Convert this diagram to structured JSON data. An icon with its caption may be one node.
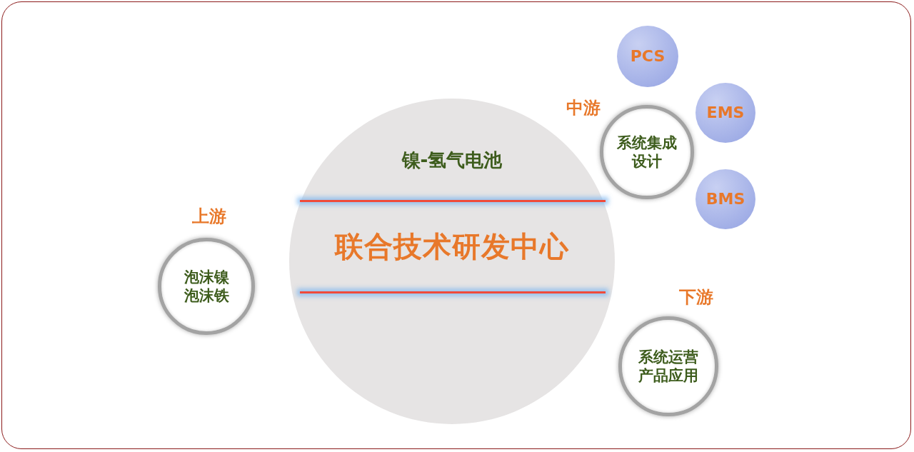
{
  "diagram": {
    "nodes": [
      {
        "text": [
          "镍-氢气电池",
          "联合技术研发中心"
        ]
      },
      {
        "text": [
          "泡沫镍",
          "泡沫铁"
        ],
        "beside": [
          "上游"
        ]
      },
      {
        "text": [
          "系统集成设计"
        ],
        "beside": [
          "中游"
        ]
      },
      {
        "text": [
          "PCS"
        ]
      },
      {
        "text": [
          "EMS"
        ]
      },
      {
        "text": [
          "BMS"
        ]
      },
      {
        "text": [
          "系统运营",
          "产品应用"
        ],
        "beside": [
          "下游"
        ]
      }
    ]
  }
}
